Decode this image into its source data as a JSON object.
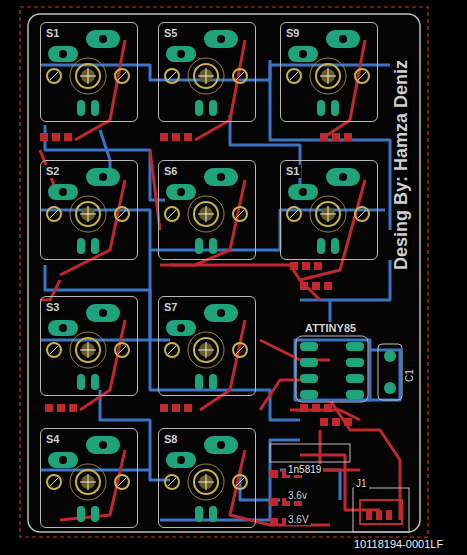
{
  "diagram": {
    "nodes": [
      {
        "text": [
          "S1"
        ]
      },
      {
        "text": [
          "S5"
        ]
      },
      {
        "text": [
          "S9"
        ]
      },
      {
        "text": [
          "S2"
        ]
      },
      {
        "text": [
          "S6"
        ]
      },
      {
        "text": [
          "S1"
        ]
      },
      {
        "text": [
          "S3"
        ]
      },
      {
        "text": [
          "S7"
        ]
      },
      {
        "text": [
          "S4"
        ]
      },
      {
        "text": [
          "S8"
        ]
      }
    ],
    "labels": [
      "Desing By: Hamza Deniz",
      "ATTINY85",
      "C1",
      "1n5819",
      "3.6v",
      "3.6V",
      "J1",
      "10118194-0001LF"
    ]
  }
}
